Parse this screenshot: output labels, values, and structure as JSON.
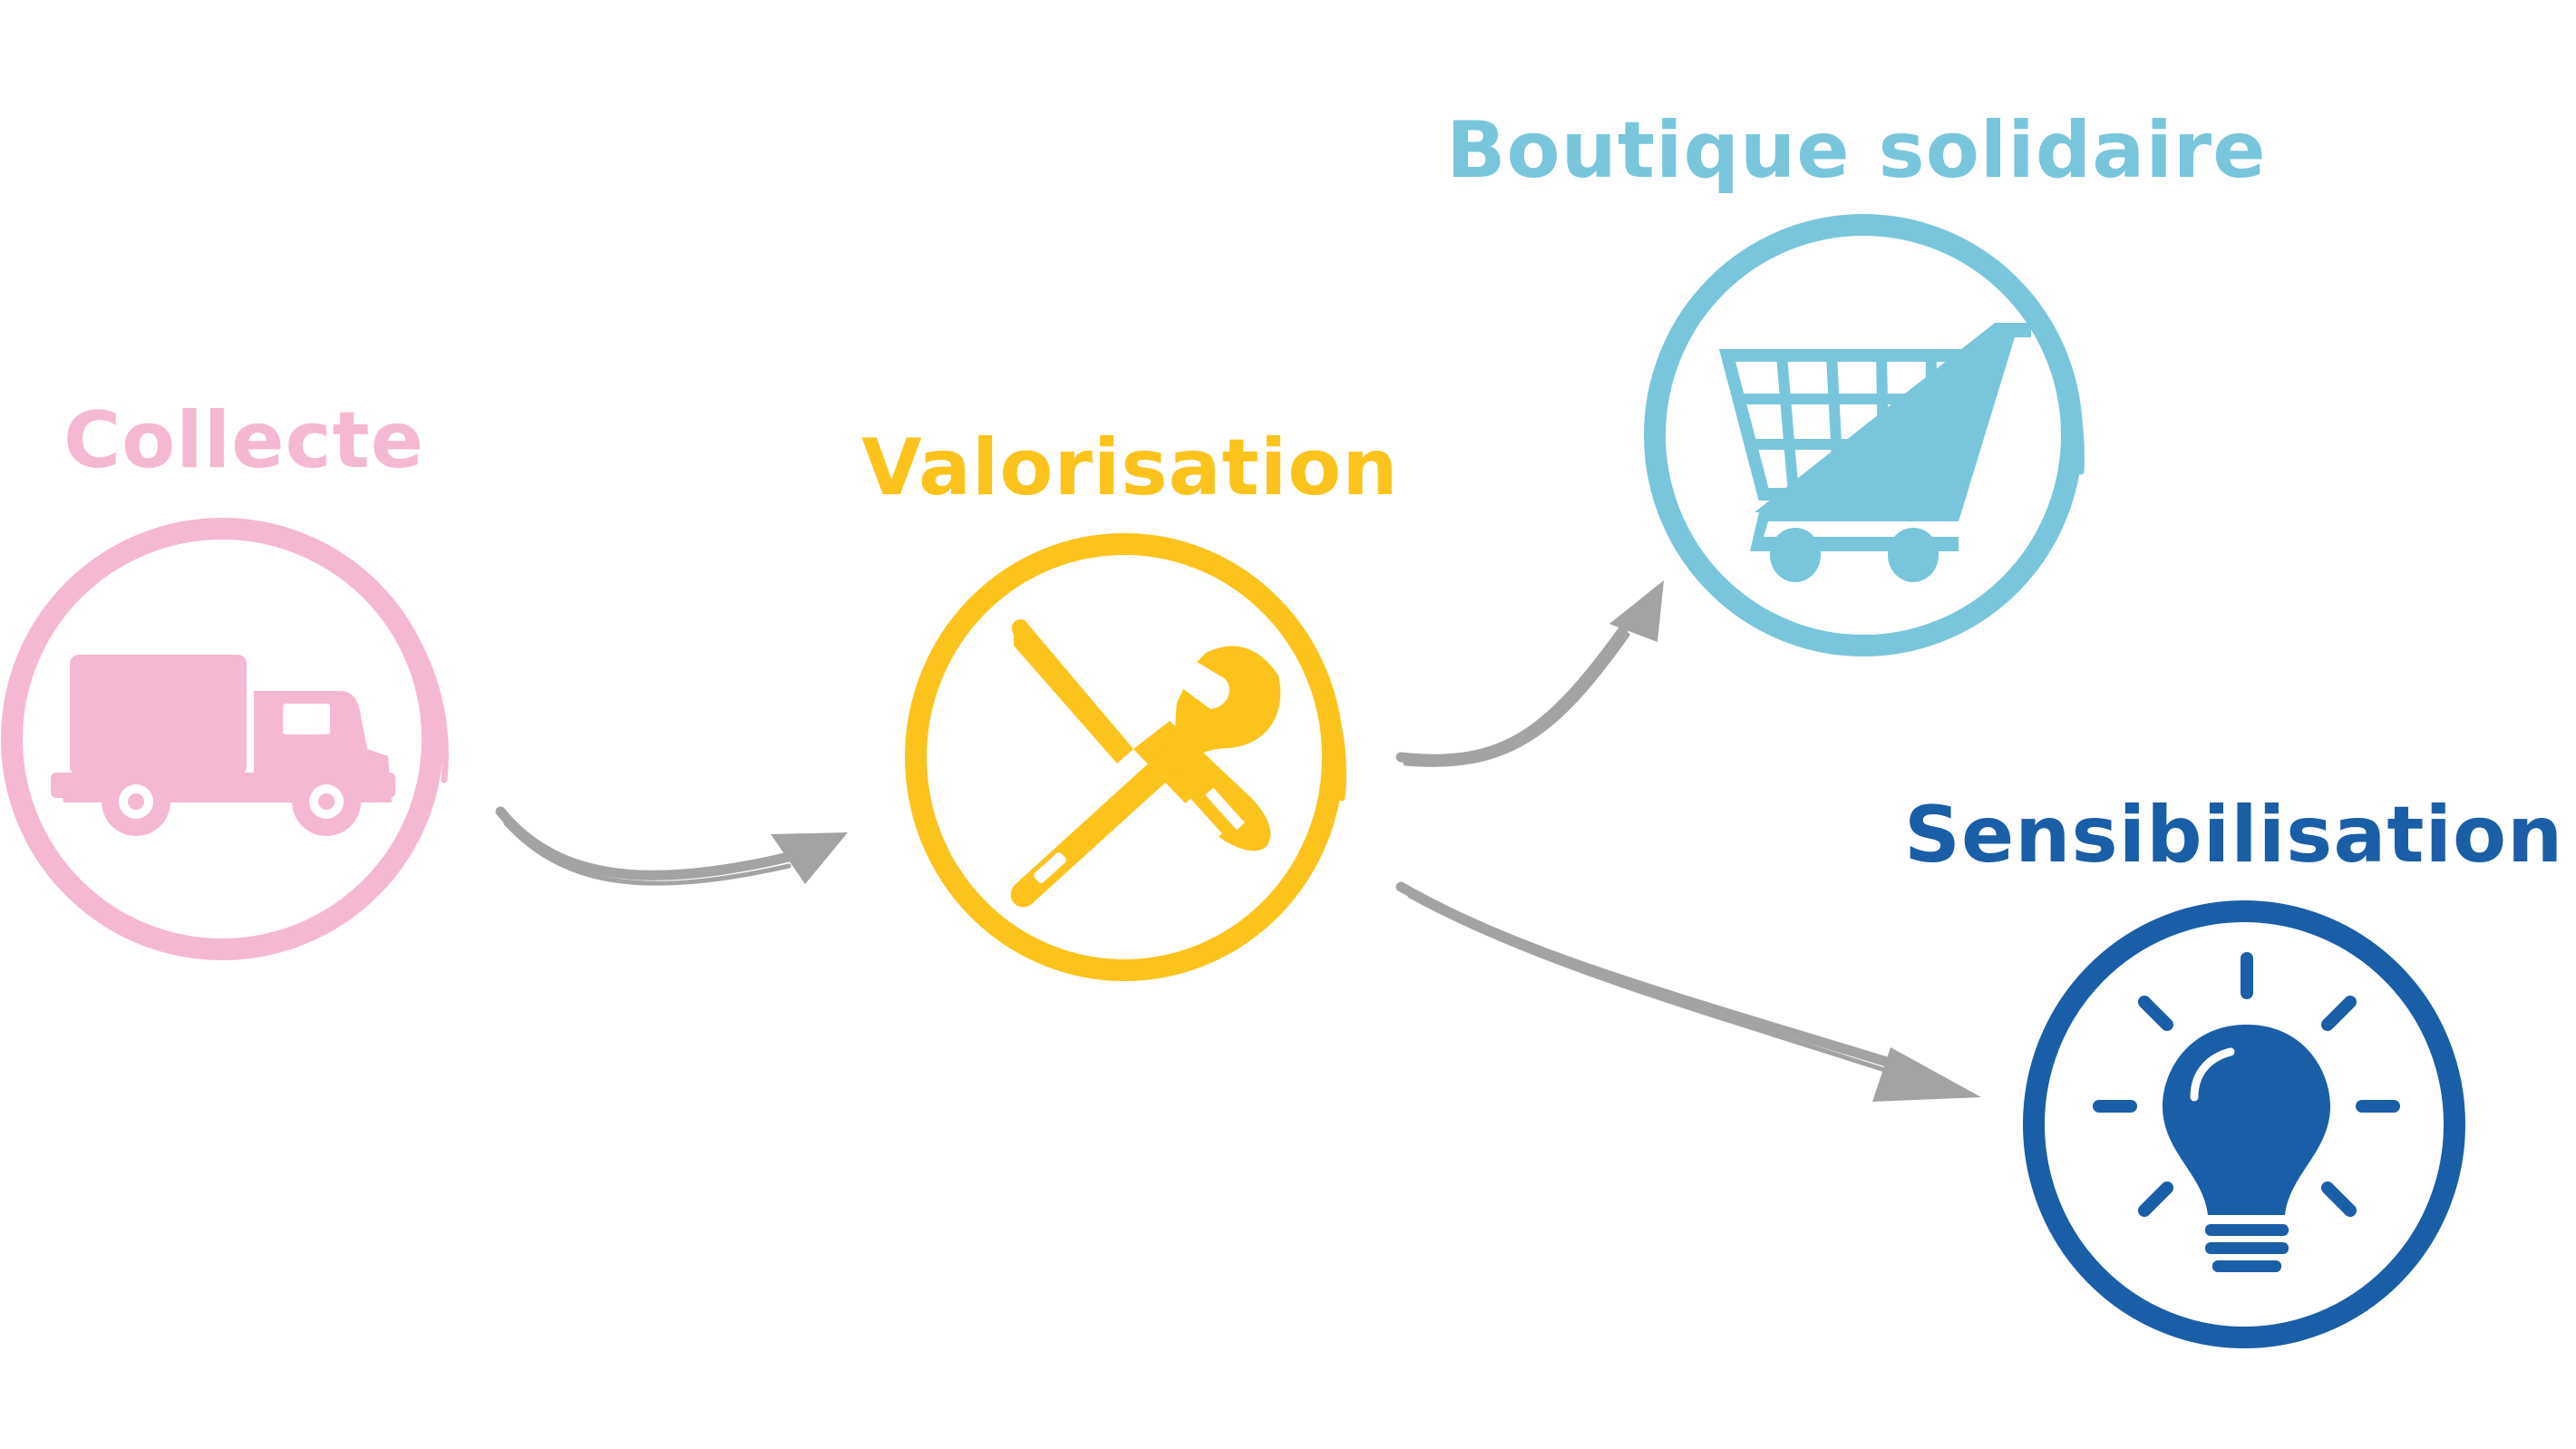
{
  "colors": {
    "collecte": "#f5b8d2",
    "valorisation": "#fbc31c",
    "boutique": "#79c6dc",
    "sensibilisation": "#1a5ea8",
    "arrow": "#a3a3a3",
    "background": "#ffffff"
  },
  "nodes": {
    "collecte": {
      "label": "Collecte",
      "icon": "truck-icon"
    },
    "valorisation": {
      "label": "Valorisation",
      "icon": "tools-icon"
    },
    "boutique": {
      "label": "Boutique solidaire",
      "icon": "shopping-cart-icon"
    },
    "sensibilisation": {
      "label": "Sensibilisation",
      "icon": "lightbulb-icon"
    }
  },
  "edges": [
    {
      "from": "Collecte",
      "to": "Valorisation"
    },
    {
      "from": "Valorisation",
      "to": "Boutique solidaire"
    },
    {
      "from": "Valorisation",
      "to": "Sensibilisation"
    }
  ]
}
